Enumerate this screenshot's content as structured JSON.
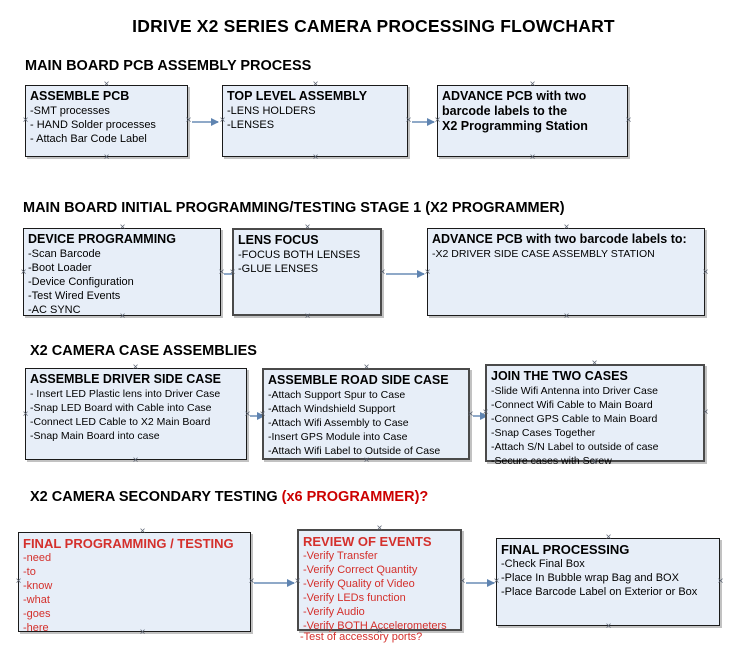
{
  "document": {
    "title": "IDRIVE X2  SERIES CAMERA PROCESSING FLOWCHART"
  },
  "sections": [
    {
      "heading": "MAIN BOARD PCB ASSEMBLY PROCESS",
      "heading_red": "",
      "boxes": [
        {
          "header": "ASSEMBLE PCB",
          "lines": [
            "-SMT processes",
            "- HAND Solder processes",
            "- Attach Bar Code Label"
          ]
        },
        {
          "header": "TOP LEVEL ASSEMBLY",
          "lines": [
            "-LENS HOLDERS",
            "-LENSES"
          ]
        },
        {
          "header": "ADVANCE PCB with two",
          "lines": [
            "barcode labels to the",
            " X2 Programming Station"
          ]
        }
      ]
    },
    {
      "heading": "MAIN BOARD INITIAL PROGRAMMING/TESTING STAGE 1 (X2 PROGRAMMER)",
      "heading_red": "",
      "boxes": [
        {
          "header": "DEVICE PROGRAMMING",
          "lines": [
            "-Scan Barcode",
            "-Boot Loader",
            "-Device Configuration",
            "-Test Wired Events",
            "-AC SYNC"
          ]
        },
        {
          "header": "LENS FOCUS",
          "lines": [
            "-FOCUS BOTH LENSES",
            "-GLUE LENSES"
          ]
        },
        {
          "header": "ADVANCE PCB with two barcode labels to:",
          "lines": [
            "-X2 DRIVER  SIDE  CASE  ASSEMBLY STATION"
          ]
        }
      ]
    },
    {
      "heading": "X2 CAMERA CASE ASSEMBLIES",
      "heading_red": "",
      "boxes": [
        {
          "header": "ASSEMBLE DRIVER SIDE CASE",
          "lines": [
            "- Insert LED Plastic lens into Driver Case",
            "-Snap LED Board with Cable into Case",
            "-Connect LED Cable to X2 Main Board",
            "-Snap Main Board into case"
          ]
        },
        {
          "header": "ASSEMBLE ROAD SIDE CASE",
          "lines": [
            "-Attach Support Spur to Case",
            "-Attach Windshield Support",
            "-Attach Wifi Assembly to Case",
            "-Insert GPS Module into Case",
            "-Attach Wifi Label to Outside of Case"
          ]
        },
        {
          "header": "JOIN THE TWO CASES",
          "lines": [
            "-Slide Wifi Antenna into Driver Case",
            "-Connect Wifi Cable to Main Board",
            "-Connect GPS Cable to Main Board",
            "-Snap Cases Together",
            "-Attach S/N Label to outside of case",
            "-Secure cases with Screw"
          ]
        }
      ]
    },
    {
      "heading": "X2 CAMERA SECONDARY TESTING ",
      "heading_red": "(x6 PROGRAMMER)?",
      "boxes": [
        {
          "header": "FINAL PROGRAMMING / TESTING",
          "lines": [
            "-need",
            "-to",
            "-know",
            "-what",
            "-goes",
            "-here"
          ]
        },
        {
          "header": "REVIEW OF EVENTS",
          "lines": [
            "-Verify Transfer",
            "-Verify Correct Quantity",
            "-Verify Quality of Video",
            "-Verify LEDs function",
            "-Verify Audio",
            "-Verify BOTH Accelerometers"
          ],
          "overflow_line": "-Test of accessory ports?"
        },
        {
          "header": "FINAL PROCESSING",
          "lines": [
            " -Check Final Box",
            "-Place In Bubble wrap Bag and BOX",
            "-Place Barcode Label on Exterior or Box"
          ]
        }
      ]
    }
  ],
  "colors": {
    "box_fill": "#e7eef8",
    "box_border": "#1a1a1a",
    "connector": "#8fa9c8",
    "accent_red": "#cc1111",
    "text": "#000000"
  }
}
